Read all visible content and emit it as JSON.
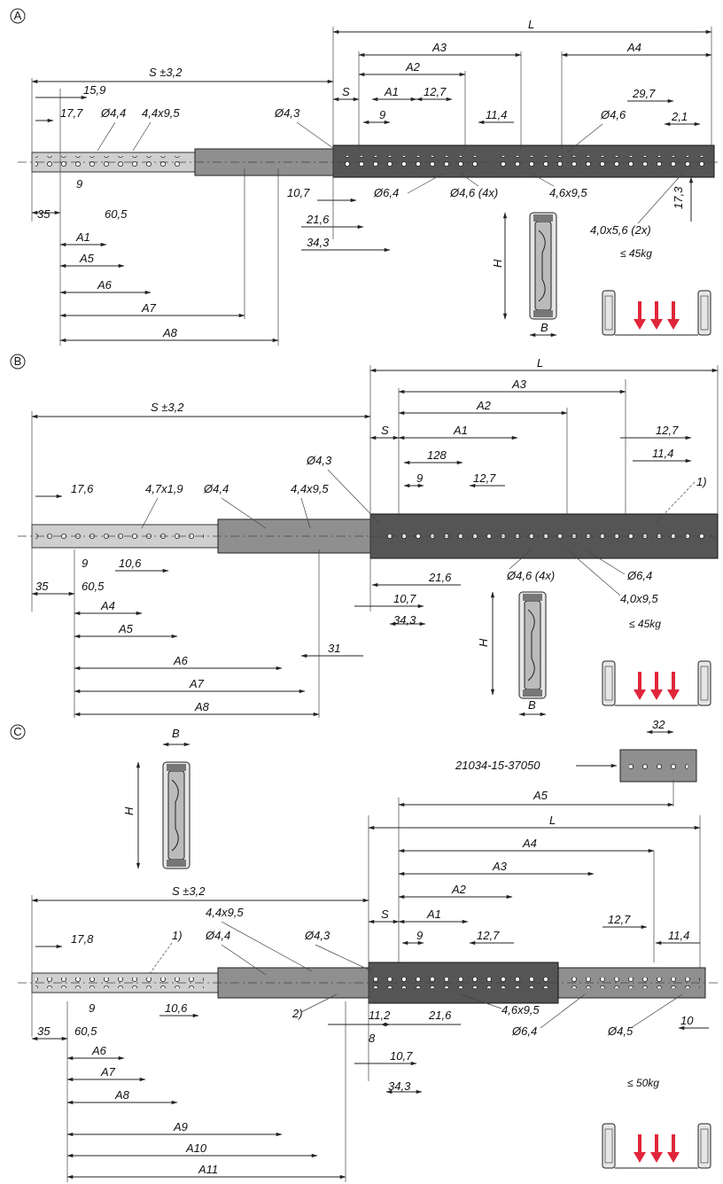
{
  "section_a": {
    "label": "A",
    "dims": {
      "L": "L",
      "A3": "A3",
      "A4": "A4",
      "S": "S ±3,2",
      "A2": "A2",
      "s": "S",
      "A1": "A1",
      "d127": "12,7",
      "d159": "15,9",
      "d297": "29,7",
      "d177": "17,7",
      "d44": "Ø4,4",
      "d44x95": "4,4x9,5",
      "d43": "Ø4,3",
      "d9": "9",
      "d114": "11,4",
      "d46": "Ø4,6",
      "d21": "2,1",
      "d107": "10,7",
      "d64": "Ø6,4",
      "d46x4": "Ø4,6 (4x)",
      "d46x95": "4,6x9,5",
      "d173": "17,3",
      "d35": "35",
      "d605": "60,5",
      "d216": "21,6",
      "d343": "34,3",
      "d40x56": "4,0x5,6 (2x)",
      "H": "H",
      "A1b": "A1",
      "A5": "A5",
      "A6": "A6",
      "A7": "A7",
      "A8": "A8",
      "B": "B",
      "load": "≤ 45kg",
      "s9": "9"
    }
  },
  "section_b": {
    "label": "B",
    "dims": {
      "L": "L",
      "A3": "A3",
      "S": "S ±3,2",
      "A2": "A2",
      "s": "S",
      "A1": "A1",
      "d127a": "12,7",
      "d114": "11,4",
      "d128": "128",
      "d1": "1)",
      "d127b": "12,7",
      "d9": "9",
      "d176": "17,6",
      "d47x19": "4,7x1,9",
      "d44": "Ø4,4",
      "d44x95": "4,4x9,5",
      "d43": "Ø4,3",
      "s9": "9",
      "d106": "10,6",
      "d216": "21,6",
      "d46x4": "Ø4,6 (4x)",
      "d64": "Ø6,4",
      "d35": "35",
      "d605": "60,5",
      "d107": "10,7",
      "d40x95": "4,0x9,5",
      "A4": "A4",
      "d343": "34,3",
      "load": "≤ 45kg",
      "A5": "A5",
      "d31": "31",
      "H": "H",
      "A6": "A6",
      "A7": "A7",
      "A8": "A8",
      "B": "B"
    }
  },
  "section_c": {
    "label": "C",
    "dims": {
      "B": "B",
      "H": "H",
      "d32": "32",
      "part": "21034-15-37050",
      "A5": "A5",
      "L": "L",
      "A4": "A4",
      "A3": "A3",
      "S": "S ±3,2",
      "A2": "A2",
      "s": "S",
      "A1": "A1",
      "d44x95": "4,4x9,5",
      "d9": "9",
      "d127a": "12,7",
      "d127b": "12,7",
      "d178": "17,8",
      "d1": "1)",
      "d44": "Ø4,4",
      "d43": "Ø4,3",
      "d114": "11,4",
      "s9": "9",
      "d106": "10,6",
      "d2": "2)",
      "d112": "11,2",
      "d216": "21,6",
      "d46x95": "4,6x9,5",
      "d64": "Ø6,4",
      "d45": "Ø4,5",
      "d10": "10",
      "d35": "35",
      "d605": "60,5",
      "d8": "8",
      "A6b": "A6",
      "A7": "A7",
      "d107": "10,7",
      "A8": "A8",
      "d343": "34,3",
      "A9": "A9",
      "load": "≤ 50kg",
      "A10": "A10",
      "A11": "A11"
    }
  },
  "colors": {
    "arrow": "#e0263a",
    "line": "#222222"
  },
  "icons": [
    "drawer-load-icon",
    "rail-profile-icon"
  ]
}
